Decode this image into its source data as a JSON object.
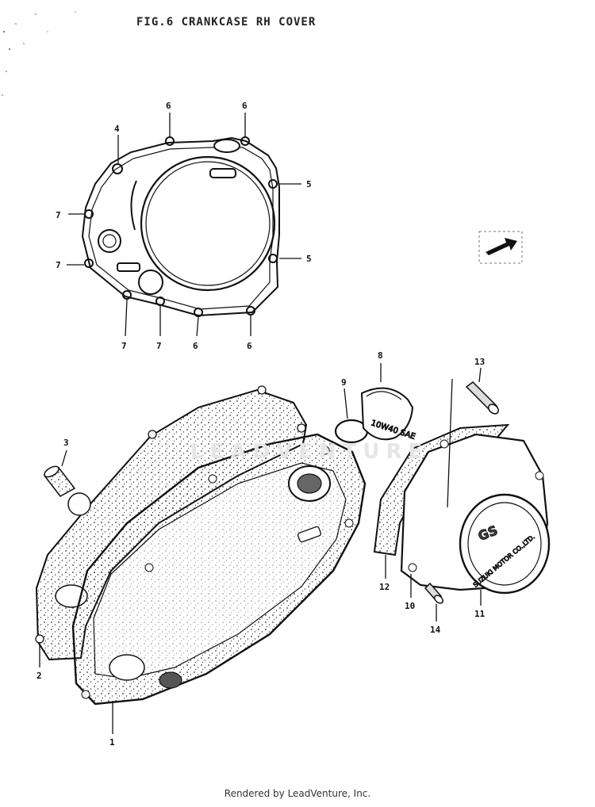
{
  "header": {
    "title": "FIG.6 CRANKCASE RH COVER"
  },
  "footer": {
    "text": "Rendered by LeadVenture, Inc."
  },
  "watermark": {
    "text": "LEADVENTURE"
  },
  "callouts_top": [
    {
      "number": "6"
    },
    {
      "number": "6"
    },
    {
      "number": "4"
    },
    {
      "number": "5"
    },
    {
      "number": "7"
    },
    {
      "number": "7"
    },
    {
      "number": "5"
    },
    {
      "number": "7"
    },
    {
      "number": "7"
    },
    {
      "number": "6"
    },
    {
      "number": "6"
    }
  ],
  "callouts_parts": [
    {
      "number": "8"
    },
    {
      "number": "9"
    },
    {
      "number": "13"
    },
    {
      "number": "3"
    },
    {
      "number": "12"
    },
    {
      "number": "10"
    },
    {
      "number": "11"
    },
    {
      "number": "14"
    },
    {
      "number": "2"
    },
    {
      "number": "1"
    }
  ],
  "embossed": {
    "oil_cap": "10W40 SAE",
    "clutch_cover_logo": "GS",
    "clutch_cover_brand": "SUZUKI MOTOR CO.,LTD."
  },
  "icons": {
    "direction_arrow": "front-arrow-icon"
  }
}
